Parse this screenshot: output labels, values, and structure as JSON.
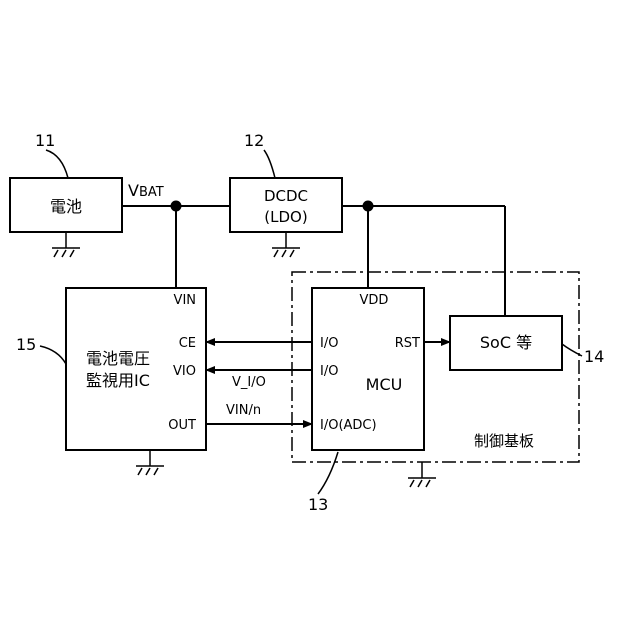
{
  "refs": {
    "battery": "11",
    "dcdc": "12",
    "mcu": "13",
    "soc": "14",
    "monitor": "15"
  },
  "battery": {
    "label": "電池"
  },
  "vbat": {
    "big": "V",
    "small": "BAT"
  },
  "dcdc": {
    "line1": "DCDC",
    "line2": "(LDO)"
  },
  "monitor": {
    "line1": "電池電圧",
    "line2": "監視用IC",
    "pins": {
      "vin": "VIN",
      "ce": "CE",
      "vio": "VIO",
      "out": "OUT"
    }
  },
  "mcu": {
    "label": "MCU",
    "pins": {
      "vdd": "VDD",
      "io1": "I/O",
      "io2": "I/O",
      "rst": "RST",
      "adc": "I/O(ADC)"
    }
  },
  "soc": {
    "label": "SoC 等"
  },
  "board": {
    "label": "制御基板"
  },
  "signals": {
    "vio": "V_I/O",
    "vin_n": "VIN/n"
  }
}
